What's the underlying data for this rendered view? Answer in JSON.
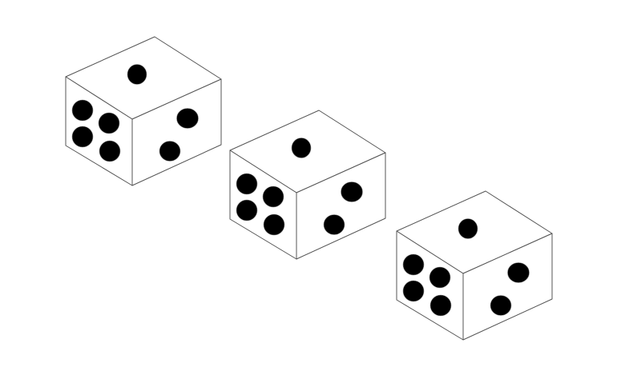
{
  "colors": {
    "background": "#ffffff",
    "edge": "#555555",
    "pip": "#000000"
  },
  "dice": [
    {
      "top_pips": 1,
      "left_pips": 4,
      "right_pips": 2
    },
    {
      "top_pips": 1,
      "left_pips": 4,
      "right_pips": 2
    },
    {
      "top_pips": 1,
      "left_pips": 4,
      "right_pips": 2
    }
  ]
}
